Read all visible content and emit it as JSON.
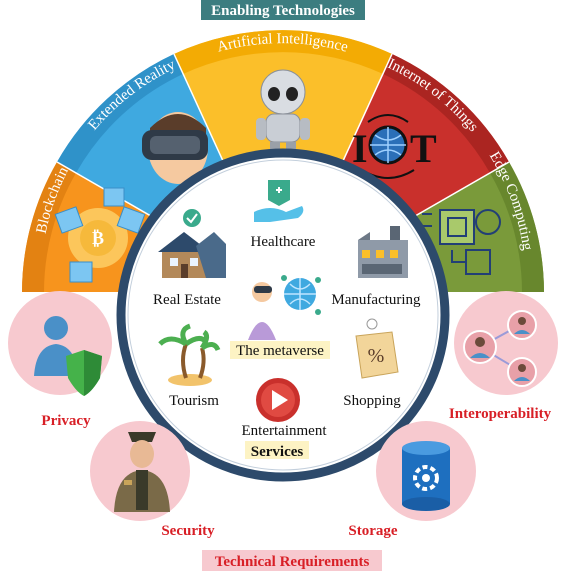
{
  "header": {
    "title": "Enabling Technologies"
  },
  "technologies": [
    {
      "label": "Blockchain",
      "color": "#f7941d"
    },
    {
      "label": "Extended Reality",
      "color": "#3fa9e0"
    },
    {
      "label": "Artificial Intelligence",
      "color": "#fbbf2a"
    },
    {
      "label": "Internet of Things",
      "color": "#c9302c"
    },
    {
      "label": "Edge Computing",
      "color": "#7a9a3a"
    }
  ],
  "center": {
    "title": "The metaverse",
    "services_label": "Services",
    "services": [
      "Healthcare",
      "Real Estate",
      "Manufacturing",
      "Tourism",
      "Shopping",
      "Entertainment"
    ]
  },
  "requirements": {
    "title": "Technical  Requirements",
    "items": [
      "Privacy",
      "Security",
      "Storage",
      "Interoperability"
    ]
  },
  "colors": {
    "ring_border": "#2d4a6b",
    "requirement_bubble": "#f7c9cf",
    "requirement_text": "#d81f26",
    "label_highlight": "#fdf3c4"
  }
}
